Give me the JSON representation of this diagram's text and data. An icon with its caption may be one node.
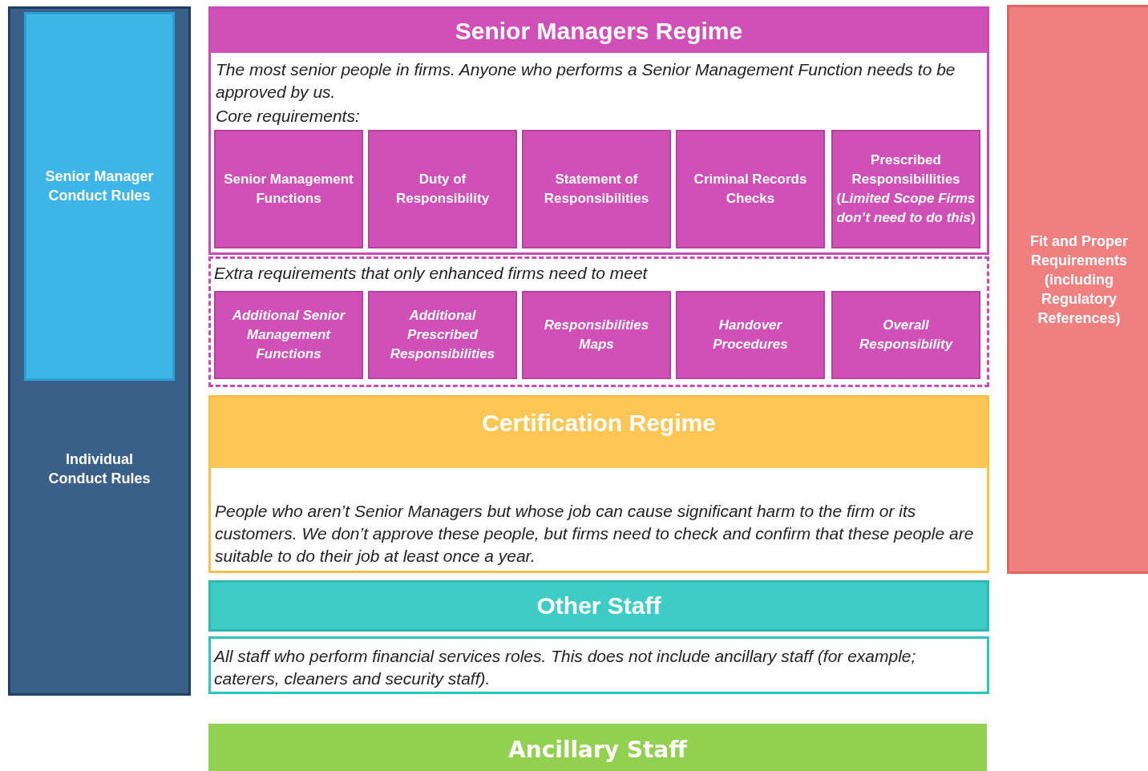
{
  "diagram": {
    "nodes": [
      {
        "text": [
          "Individual Conduct Rules"
        ]
      },
      {
        "text": [
          "Senior Manager Conduct Rules"
        ],
        "in": 0
      },
      {
        "text": [
          "Senior Managers Regime",
          "The most senior people in firms. Anyone who performs a Senior Management Function needs to be approved by us.",
          "Core requirements:"
        ]
      },
      {
        "text": [
          "Senior Management Functions"
        ],
        "in": 2
      },
      {
        "text": [
          "Duty of Responsibility"
        ],
        "in": 2
      },
      {
        "text": [
          "Statement of Responsibilities"
        ],
        "in": 2
      },
      {
        "text": [
          "Criminal Records Checks"
        ],
        "in": 2
      },
      {
        "text": [
          "Prescribed Responsibillities (*Limited Scope Firms don’t need to do this*)"
        ],
        "in": 2
      },
      {
        "text": [
          "Extra requirements that only enhanced firms need to meet"
        ]
      },
      {
        "text": [
          "Additional Senior Management Functions"
        ],
        "in": 8
      },
      {
        "text": [
          "Additional Prescribed Responsibilities"
        ],
        "in": 8
      },
      {
        "text": [
          "Responsibilities Maps"
        ],
        "in": 8
      },
      {
        "text": [
          "Handover Procedures"
        ],
        "in": 8
      },
      {
        "text": [
          "Overall Responsibility"
        ],
        "in": 8
      },
      {
        "text": [
          "Certification Regime",
          "People who aren’t Senior Managers but whose job can cause significant harm to the firm or its customers. We don’t approve these people, but firms need to check and confirm that these people are suitable to do their job at least once a year."
        ]
      },
      {
        "text": [
          "Other Staff"
        ]
      },
      {
        "text": [
          "All staff who perform financial services roles. This does not include ancillary staff (for example; caterers, cleaners and security staff)."
        ]
      },
      {
        "text": [
          "Fit and Proper Requirements (including Regulatory References)"
        ]
      },
      {
        "text": [
          "Ancillary Staff"
        ]
      }
    ],
    "edges": []
  }
}
